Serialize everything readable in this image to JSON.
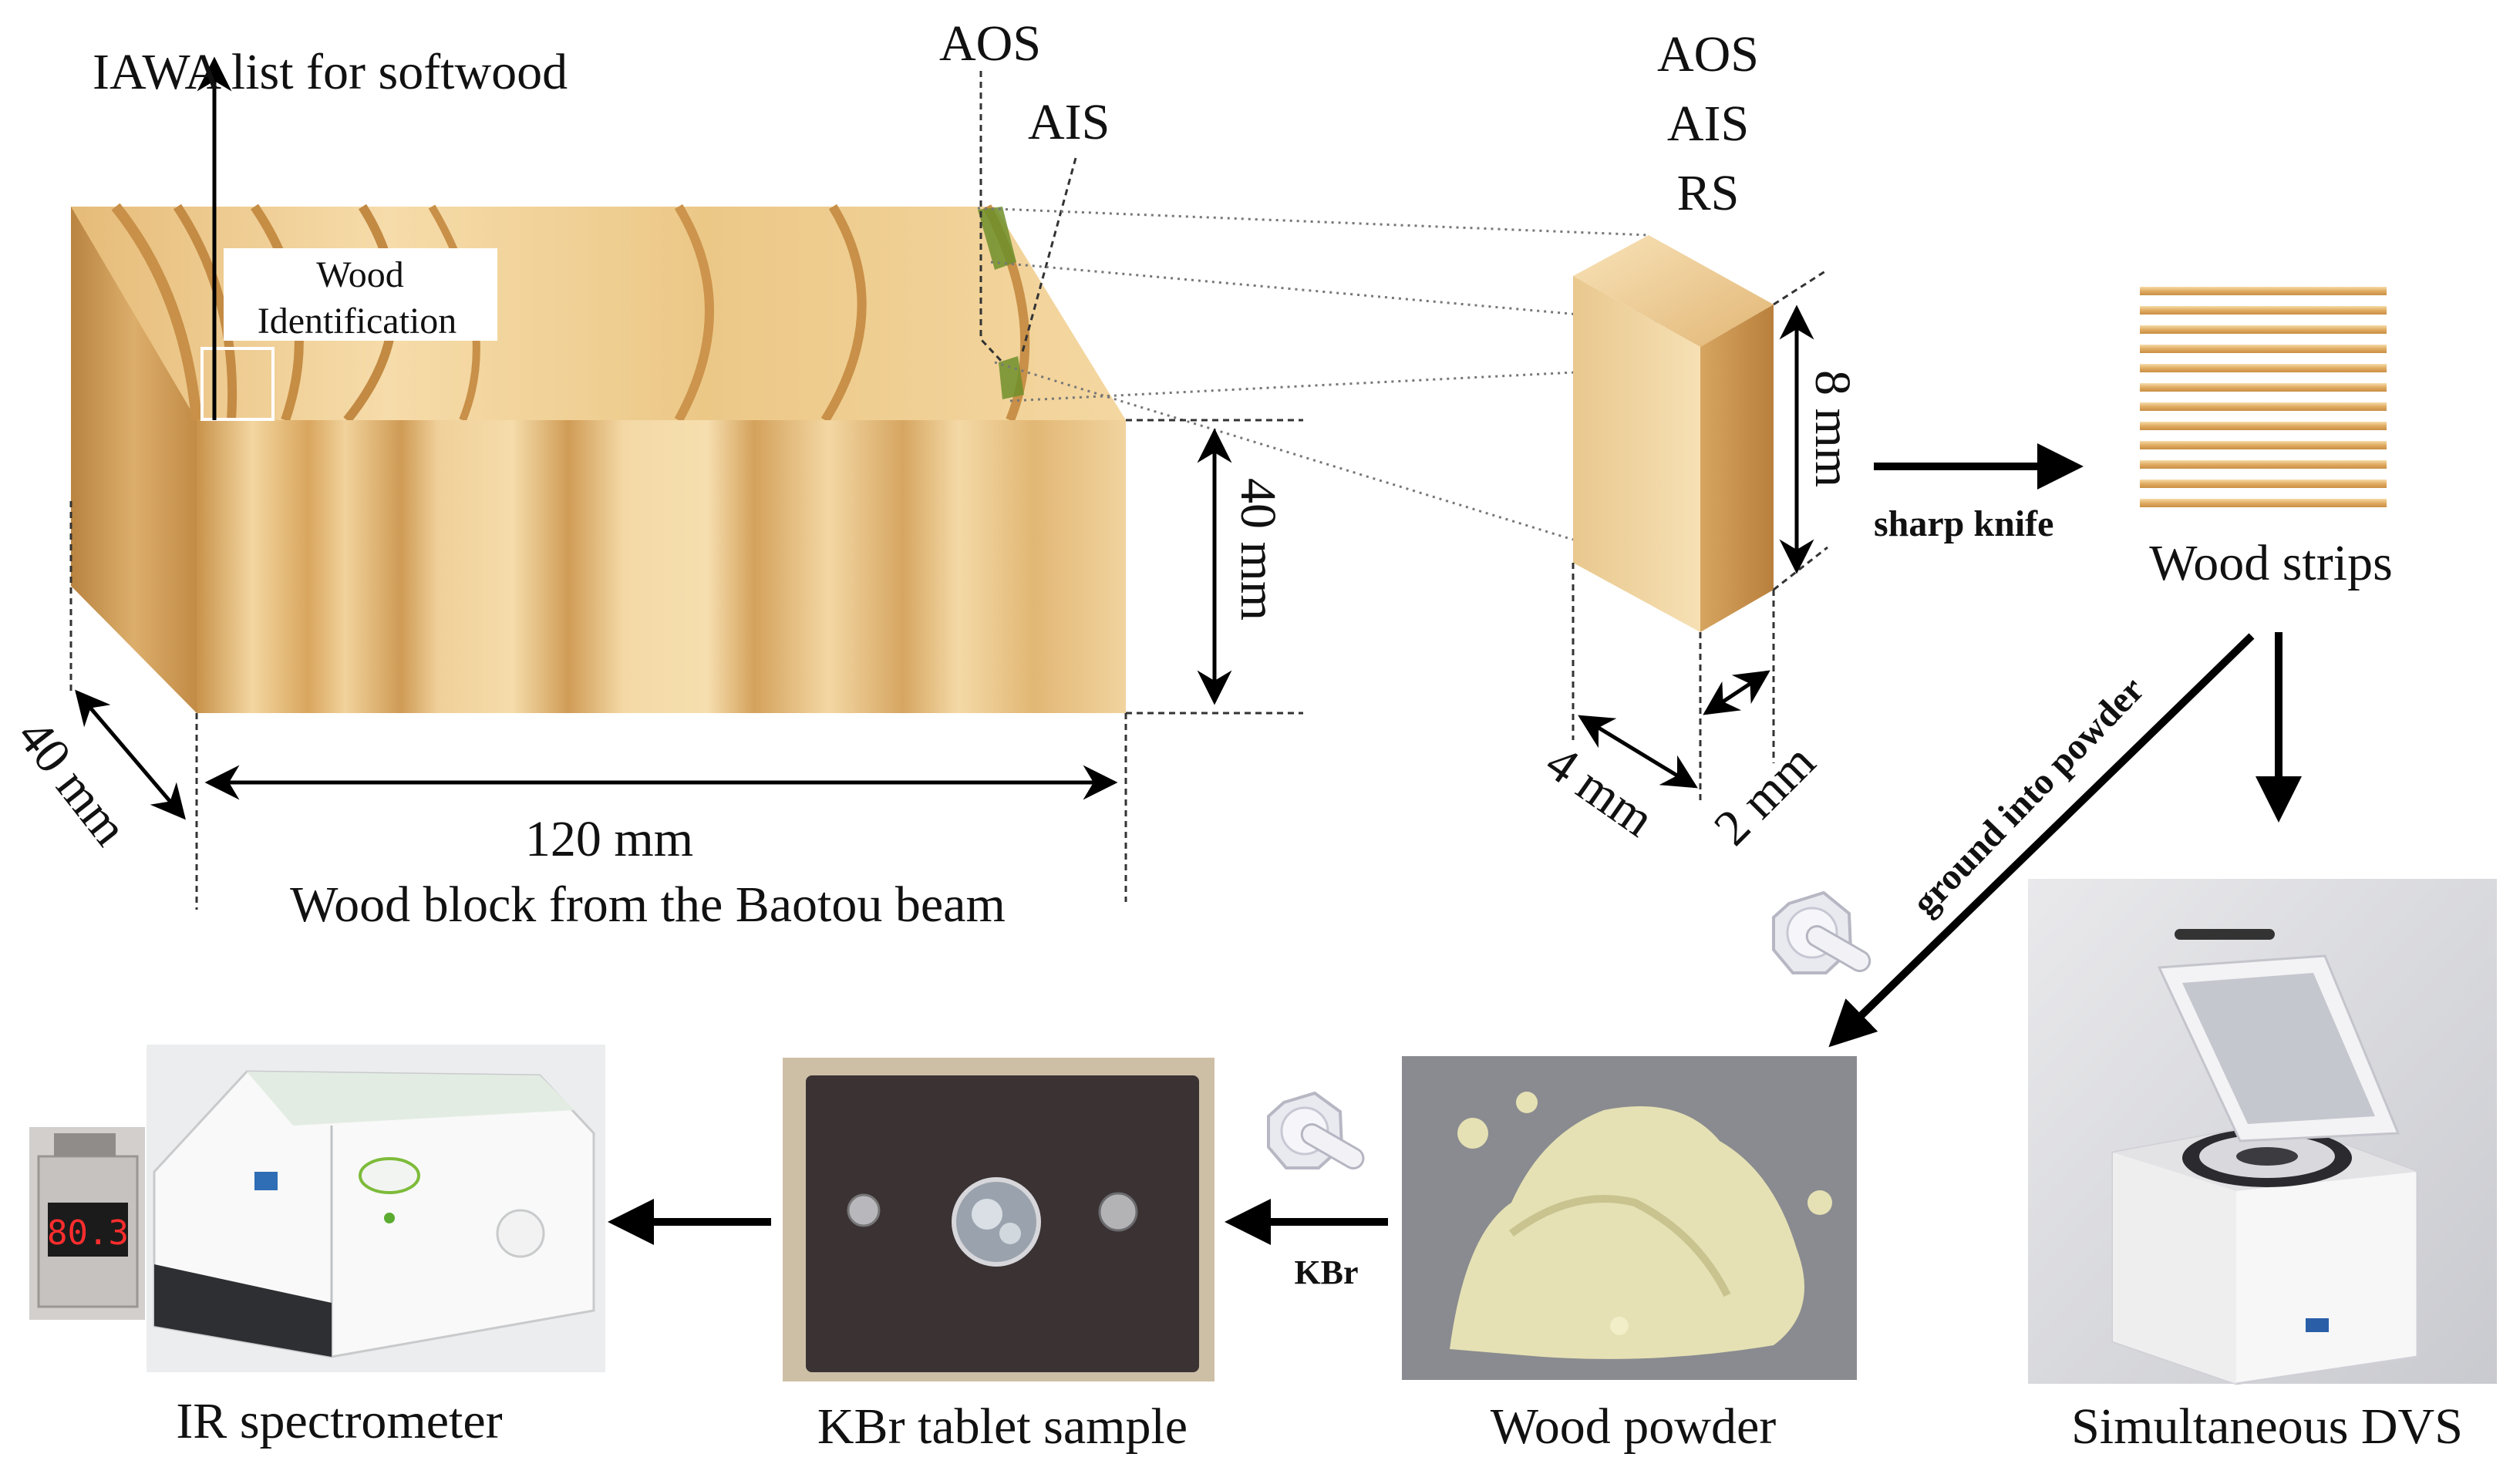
{
  "labels": {
    "iawa": "IAWA list for softwood",
    "wood_identification_line1": "Wood",
    "wood_identification_line2": "Identification",
    "aos_top": "AOS",
    "ais_top": "AIS",
    "aos_right": "AOS",
    "ais_right": "AIS",
    "rs_right": "RS",
    "dim_40_right": "40 mm",
    "dim_40_left": "40 mm",
    "dim_120": "120 mm",
    "block_caption": "Wood block from the Baotou beam",
    "dim_8": "8 mm",
    "dim_4": "4 mm",
    "dim_2": "2 mm",
    "sharp_knife": "sharp knife",
    "wood_strips": "Wood strips",
    "ground_into_powder": "ground into powder",
    "simultaneous_dvs": "Simultaneous DVS",
    "wood_powder": "Wood powder",
    "kbr": "KBr",
    "kbr_tablet": "KBr tablet sample",
    "ir_spectrometer": "IR spectrometer",
    "display_value": "80.3"
  },
  "colors": {
    "wood_light": "#f3d7a2",
    "wood_mid": "#ddb06a",
    "wood_dark": "#b9823c",
    "highlight_green": "#6f8f2a",
    "arrow": "#000000"
  }
}
